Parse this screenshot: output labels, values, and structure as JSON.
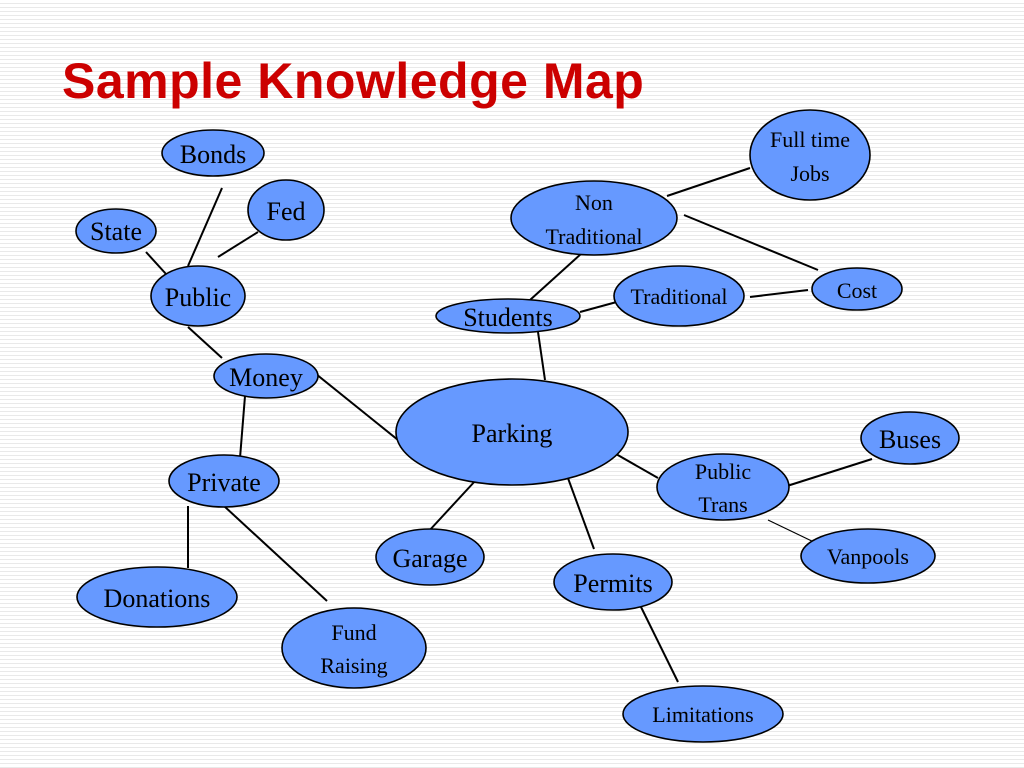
{
  "title": "Sample Knowledge Map",
  "nodes": {
    "bonds": "Bonds",
    "fed": "Fed",
    "state": "State",
    "public": "Public",
    "money": "Money",
    "private": "Private",
    "donations": "Donations",
    "fund_raising": [
      "Fund",
      "Raising"
    ],
    "non_traditional": [
      "Non",
      "Traditional"
    ],
    "full_time_jobs": [
      "Full time",
      "Jobs"
    ],
    "cost": "Cost",
    "traditional": "Traditional",
    "students": "Students",
    "parking": "Parking",
    "public_trans": [
      "Public",
      "Trans"
    ],
    "buses": "Buses",
    "vanpools": "Vanpools",
    "garage": "Garage",
    "permits": "Permits",
    "limitations": "Limitations"
  },
  "colors": {
    "title": "#cc0000",
    "node_fill": "#6699ff"
  }
}
